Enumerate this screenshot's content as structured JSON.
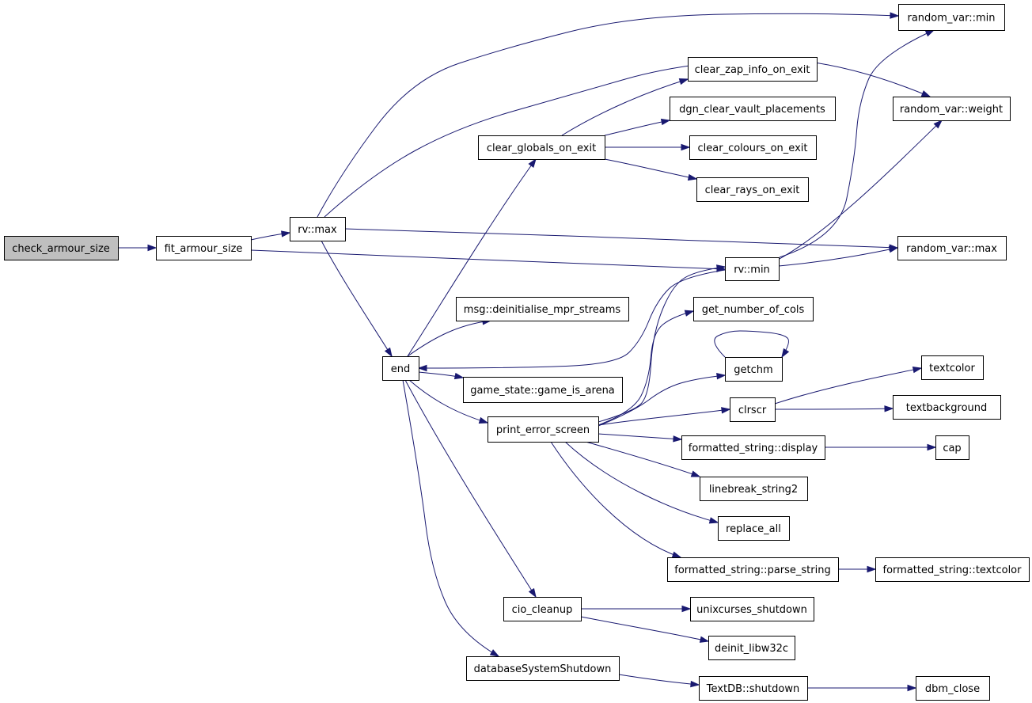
{
  "diagram": {
    "colors": {
      "edge": "#191970",
      "node_border": "#000000",
      "root_fill": "#bfbfbf",
      "node_fill": "#ffffff",
      "background": "#ffffff"
    },
    "nodes": [
      {
        "id": "check_armour_size",
        "label": "check_armour_size",
        "root": true
      },
      {
        "id": "fit_armour_size",
        "label": "fit_armour_size"
      },
      {
        "id": "rv_max",
        "label": "rv::max"
      },
      {
        "id": "random_var_min",
        "label": "random_var::min"
      },
      {
        "id": "random_var_weight",
        "label": "random_var::weight"
      },
      {
        "id": "random_var_max",
        "label": "random_var::max"
      },
      {
        "id": "rv_min",
        "label": "rv::min"
      },
      {
        "id": "end",
        "label": "end"
      },
      {
        "id": "clear_globals_on_exit",
        "label": "clear_globals_on_exit"
      },
      {
        "id": "clear_zap_info_on_exit",
        "label": "clear_zap_info_on_exit"
      },
      {
        "id": "dgn_clear_vault_placements",
        "label": "dgn_clear_vault_placements"
      },
      {
        "id": "clear_colours_on_exit",
        "label": "clear_colours_on_exit"
      },
      {
        "id": "clear_rays_on_exit",
        "label": "clear_rays_on_exit"
      },
      {
        "id": "msg_deinitialise_mpr_streams",
        "label": "msg::deinitialise_mpr_streams"
      },
      {
        "id": "game_state_game_is_arena",
        "label": "game_state::game_is_arena"
      },
      {
        "id": "print_error_screen",
        "label": "print_error_screen"
      },
      {
        "id": "get_number_of_cols",
        "label": "get_number_of_cols"
      },
      {
        "id": "getchm",
        "label": "getchm"
      },
      {
        "id": "clrscr",
        "label": "clrscr"
      },
      {
        "id": "textcolor",
        "label": "textcolor"
      },
      {
        "id": "textbackground",
        "label": "textbackground"
      },
      {
        "id": "formatted_string_display",
        "label": "formatted_string::display"
      },
      {
        "id": "cap",
        "label": "cap"
      },
      {
        "id": "linebreak_string2",
        "label": "linebreak_string2"
      },
      {
        "id": "replace_all",
        "label": "replace_all"
      },
      {
        "id": "formatted_string_parse_string",
        "label": "formatted_string::parse_string"
      },
      {
        "id": "formatted_string_textcolor",
        "label": "formatted_string::textcolor"
      },
      {
        "id": "cio_cleanup",
        "label": "cio_cleanup"
      },
      {
        "id": "unixcurses_shutdown",
        "label": "unixcurses_shutdown"
      },
      {
        "id": "deinit_libw32c",
        "label": "deinit_libw32c"
      },
      {
        "id": "databaseSystemShutdown",
        "label": "databaseSystemShutdown"
      },
      {
        "id": "TextDB_shutdown",
        "label": "TextDB::shutdown"
      },
      {
        "id": "dbm_close",
        "label": "dbm_close"
      }
    ],
    "edges": [
      {
        "from": "check_armour_size",
        "to": "fit_armour_size"
      },
      {
        "from": "fit_armour_size",
        "to": "rv_max"
      },
      {
        "from": "fit_armour_size",
        "to": "rv_min"
      },
      {
        "from": "rv_max",
        "to": "random_var_min"
      },
      {
        "from": "rv_max",
        "to": "random_var_weight"
      },
      {
        "from": "rv_max",
        "to": "random_var_max"
      },
      {
        "from": "rv_max",
        "to": "end"
      },
      {
        "from": "rv_min",
        "to": "random_var_min"
      },
      {
        "from": "rv_min",
        "to": "random_var_weight"
      },
      {
        "from": "rv_min",
        "to": "random_var_max"
      },
      {
        "from": "rv_min",
        "to": "end"
      },
      {
        "from": "end",
        "to": "clear_globals_on_exit"
      },
      {
        "from": "end",
        "to": "msg_deinitialise_mpr_streams"
      },
      {
        "from": "end",
        "to": "game_state_game_is_arena"
      },
      {
        "from": "end",
        "to": "print_error_screen"
      },
      {
        "from": "end",
        "to": "cio_cleanup"
      },
      {
        "from": "end",
        "to": "databaseSystemShutdown"
      },
      {
        "from": "clear_globals_on_exit",
        "to": "clear_zap_info_on_exit"
      },
      {
        "from": "clear_globals_on_exit",
        "to": "dgn_clear_vault_placements"
      },
      {
        "from": "clear_globals_on_exit",
        "to": "clear_colours_on_exit"
      },
      {
        "from": "clear_globals_on_exit",
        "to": "clear_rays_on_exit"
      },
      {
        "from": "print_error_screen",
        "to": "rv_min"
      },
      {
        "from": "print_error_screen",
        "to": "get_number_of_cols"
      },
      {
        "from": "print_error_screen",
        "to": "getchm"
      },
      {
        "from": "print_error_screen",
        "to": "clrscr"
      },
      {
        "from": "print_error_screen",
        "to": "formatted_string_display"
      },
      {
        "from": "print_error_screen",
        "to": "linebreak_string2"
      },
      {
        "from": "print_error_screen",
        "to": "replace_all"
      },
      {
        "from": "print_error_screen",
        "to": "formatted_string_parse_string"
      },
      {
        "from": "getchm",
        "to": "getchm"
      },
      {
        "from": "clrscr",
        "to": "textcolor"
      },
      {
        "from": "clrscr",
        "to": "textbackground"
      },
      {
        "from": "formatted_string_display",
        "to": "cap"
      },
      {
        "from": "formatted_string_parse_string",
        "to": "formatted_string_textcolor"
      },
      {
        "from": "cio_cleanup",
        "to": "unixcurses_shutdown"
      },
      {
        "from": "cio_cleanup",
        "to": "deinit_libw32c"
      },
      {
        "from": "databaseSystemShutdown",
        "to": "TextDB_shutdown"
      },
      {
        "from": "TextDB_shutdown",
        "to": "dbm_close"
      }
    ]
  }
}
